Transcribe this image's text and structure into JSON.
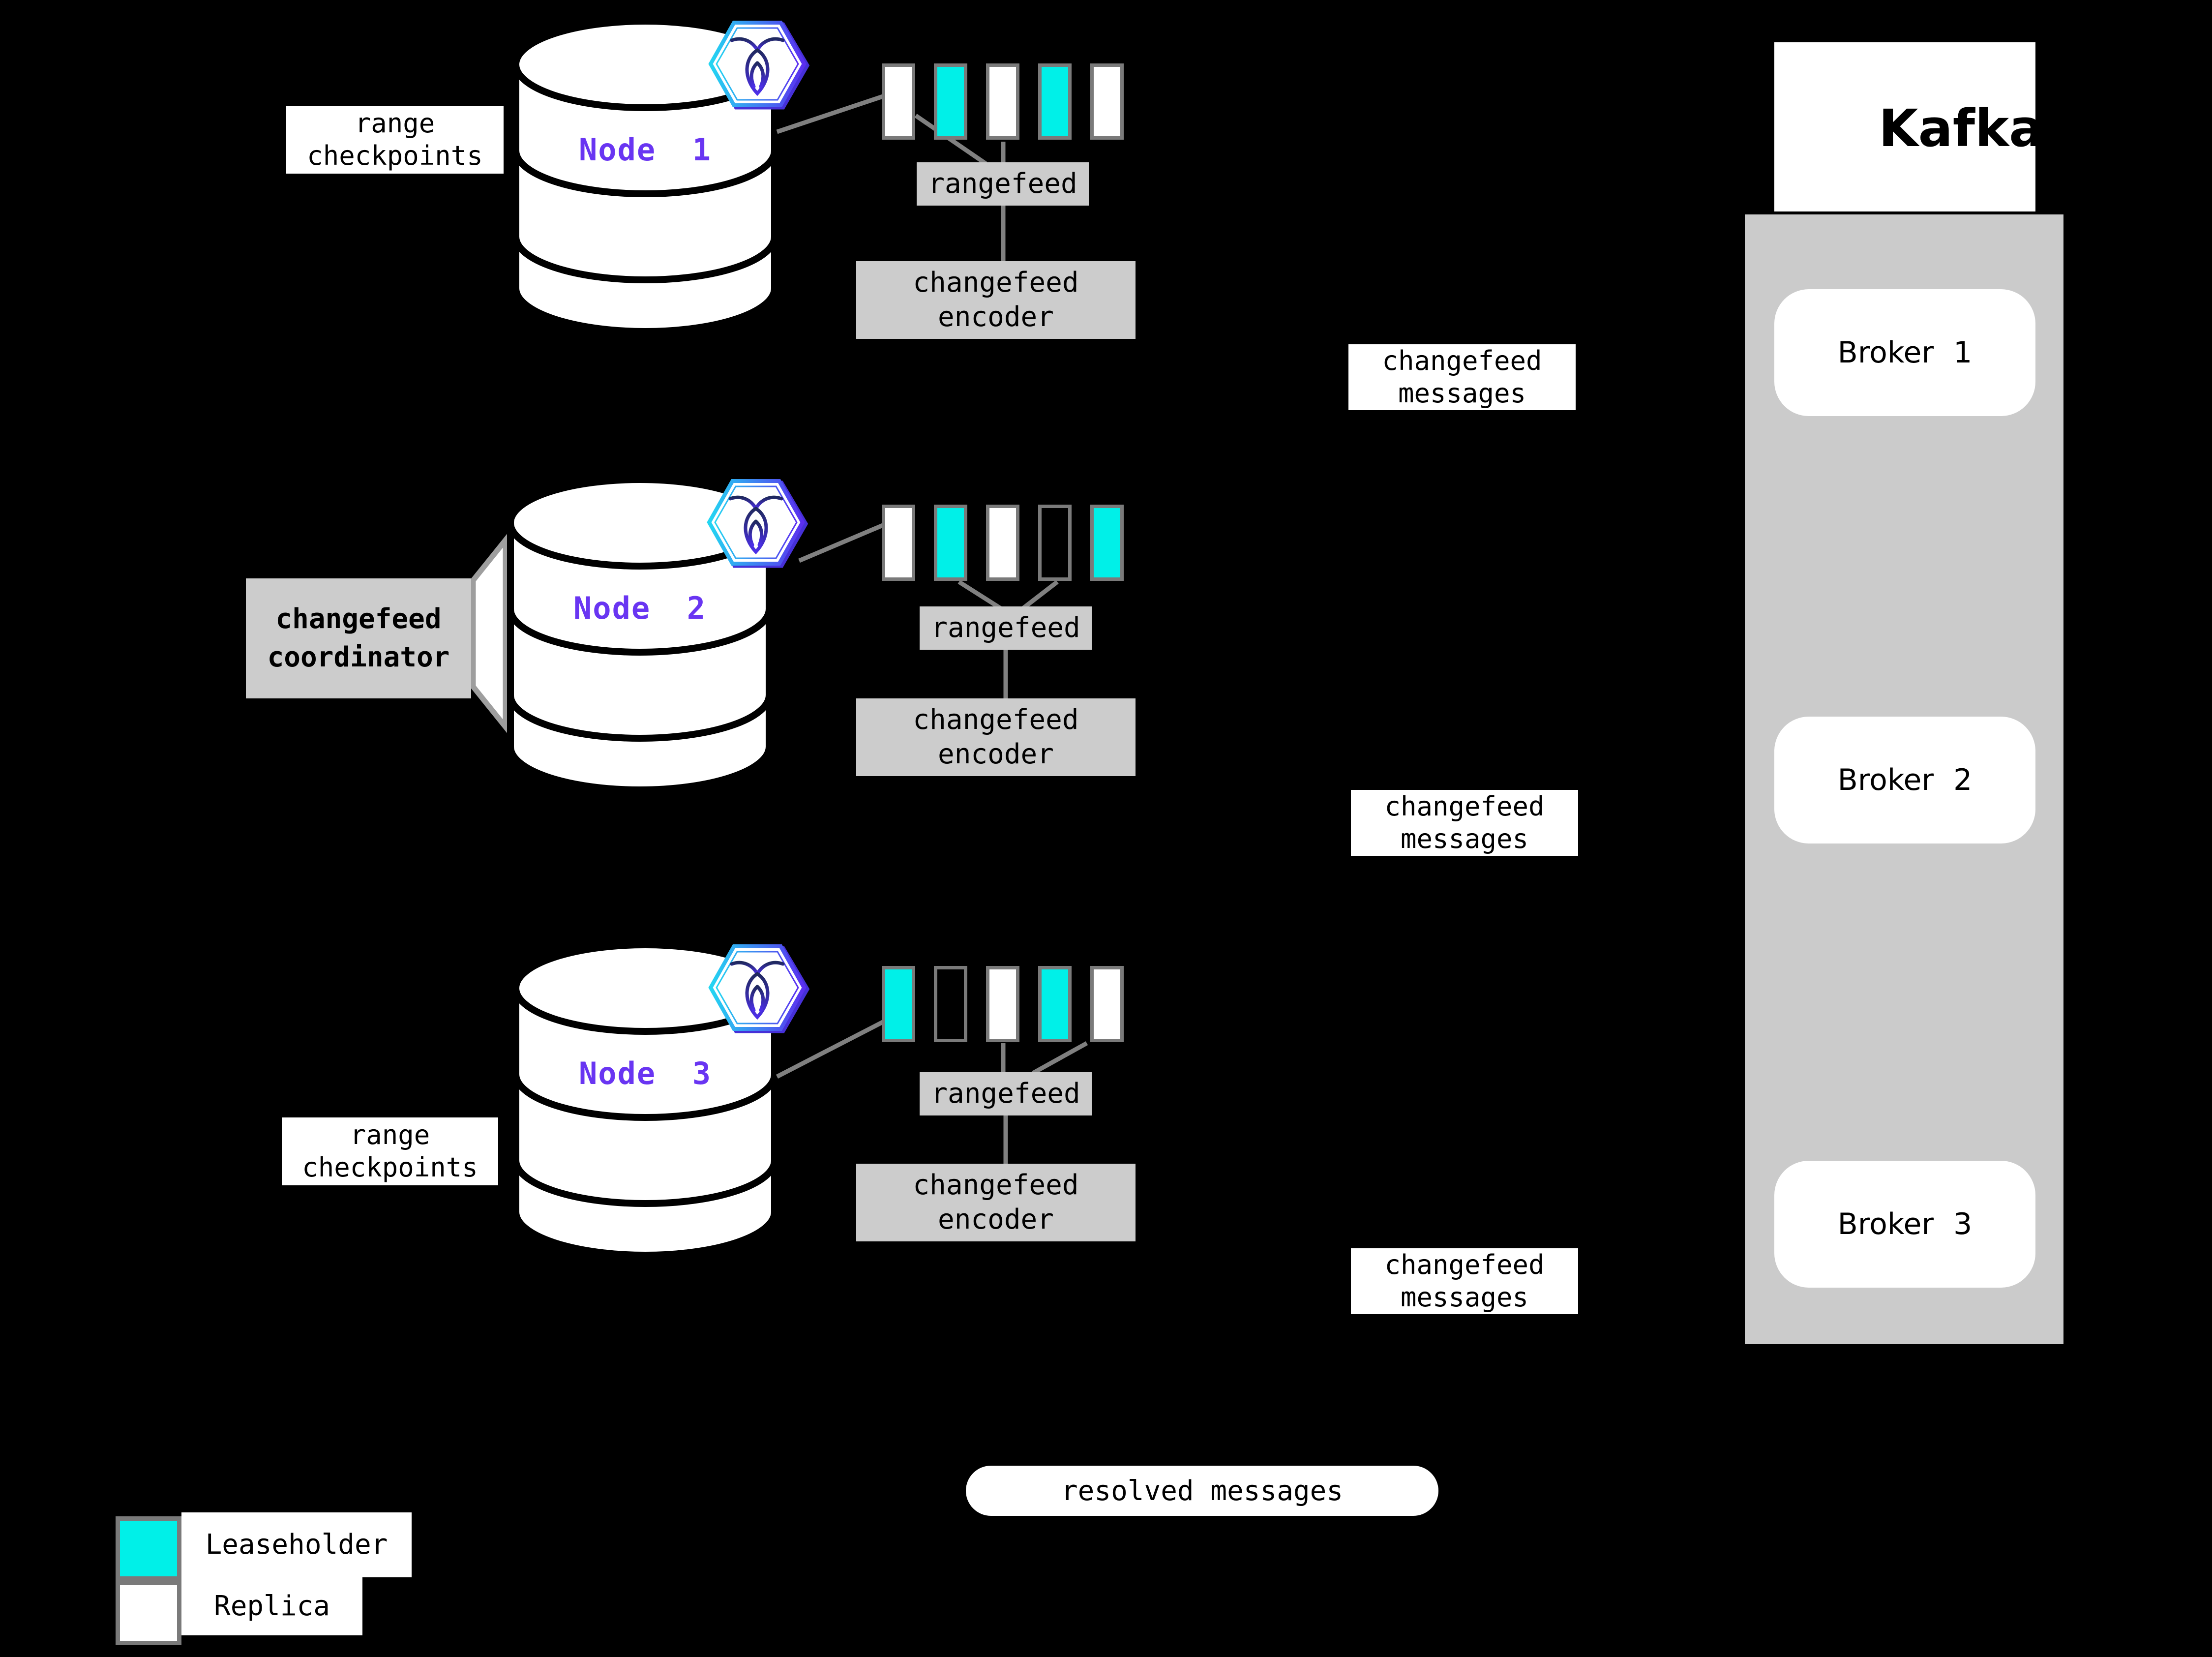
{
  "colors": {
    "background": "#000000",
    "leaseholder": "#00f0e8",
    "replica": "#ffffff",
    "square_border": "#7a7a7a",
    "box_gray": "#cccccc",
    "container_gray": "#cbcbcb",
    "line_gray": "#808080",
    "node_label": "#6935f2",
    "text": "#000000"
  },
  "nodes": [
    {
      "name": "Node 1",
      "checkpoint_label": "range checkpoints",
      "squares": [
        "replica",
        "leaseholder",
        "replica",
        "leaseholder",
        "replica"
      ],
      "rangefeed_label": "rangefeed",
      "encoder_label": "changefeed encoder",
      "messages_label": "changefeed messages"
    },
    {
      "name": "Node 2",
      "coordinator_label": "changefeed coordinator",
      "squares": [
        "replica",
        "leaseholder",
        "replica",
        "empty",
        "leaseholder"
      ],
      "rangefeed_label": "rangefeed",
      "encoder_label": "changefeed encoder",
      "messages_label": "changefeed messages"
    },
    {
      "name": "Node 3",
      "checkpoint_label": "range checkpoints",
      "squares": [
        "leaseholder",
        "empty",
        "replica",
        "leaseholder",
        "replica"
      ],
      "rangefeed_label": "rangefeed",
      "encoder_label": "changefeed encoder",
      "messages_label": "changefeed messages"
    }
  ],
  "kafka": {
    "logo_text": "Kafka",
    "brokers": [
      {
        "label": "Broker 1"
      },
      {
        "label": "Broker 2"
      },
      {
        "label": "Broker 3"
      }
    ]
  },
  "resolved_messages_label": "resolved messages",
  "legend": {
    "items": [
      {
        "label": "Leaseholder",
        "type": "leaseholder"
      },
      {
        "label": "Replica",
        "type": "replica"
      }
    ]
  }
}
